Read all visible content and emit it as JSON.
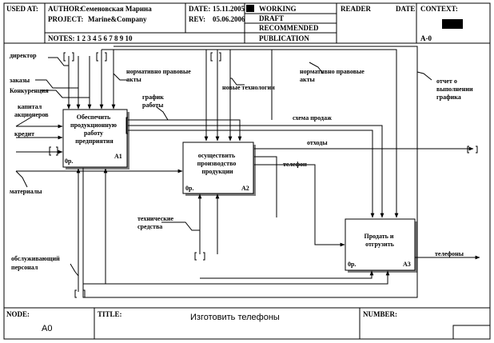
{
  "header": {
    "used_at": "USED AT:",
    "author_label": "AUTHOR:",
    "author": "Семеновская Марина",
    "project_label": "PROJECT:",
    "project": "Marine&Company",
    "date_label": "DATE:",
    "date": "15.11.2005",
    "rev_label": "REV:",
    "rev": "05.06.2006",
    "notes": "NOTES:  1  2  3  4  5  6  7  8  9  10",
    "status": [
      "WORKING",
      "DRAFT",
      "RECOMMENDED",
      "PUBLICATION"
    ],
    "reader": "READER",
    "reader_date": "DATE",
    "context": "CONTEXT:",
    "context_node": "A-0"
  },
  "boxes": [
    {
      "title_lines": [
        "Обеспечить",
        "продукционную",
        "работу",
        "предприятия"
      ],
      "cost": "0р.",
      "node": "A1"
    },
    {
      "title_lines": [
        "осуществить",
        "производство",
        "продукции"
      ],
      "cost": "0р.",
      "node": "A2"
    },
    {
      "title_lines": [
        "Продать и",
        "отгрузить"
      ],
      "cost": "0р.",
      "node": "A3"
    }
  ],
  "labels": {
    "director": "директор",
    "orders": "заказы",
    "competition": "Конкуренция",
    "normative_top": [
      "нормативно правовые",
      "акты"
    ],
    "normative_right": [
      "нормативно правовые",
      "акты"
    ],
    "new_tech": "новые технологии",
    "report": [
      "отчет о",
      "выполнении",
      "графика"
    ],
    "schedule": [
      "график",
      "работы"
    ],
    "capital": [
      "капитал",
      "акционеров"
    ],
    "credit": "кредит",
    "materials": "материалы",
    "sales_scheme": "схема продаж",
    "waste": "отходы",
    "phone": "телефон",
    "phones": "телефоны",
    "tech_means": [
      "технические",
      "средства"
    ],
    "staff": [
      "обслуживающий",
      "персонал"
    ]
  },
  "footer": {
    "node_label": "NODE:",
    "node": "A0",
    "title_label": "TITLE:",
    "title": "Изготовить телефоны",
    "number_label": "NUMBER:"
  }
}
